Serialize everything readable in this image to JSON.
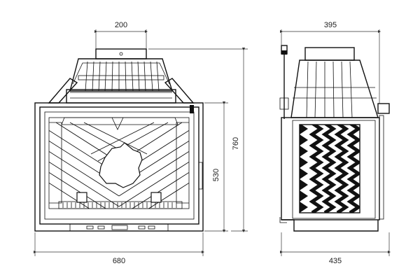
{
  "figure": {
    "front_view": {
      "dimensions": {
        "top_width": "200",
        "bottom_width": "680",
        "right_height_inner": "530",
        "right_height_total": "760"
      }
    },
    "side_view": {
      "dimensions": {
        "top_width": "395",
        "bottom_width": "435"
      }
    },
    "colors": {
      "line": "#111111",
      "background": "#ffffff"
    }
  }
}
